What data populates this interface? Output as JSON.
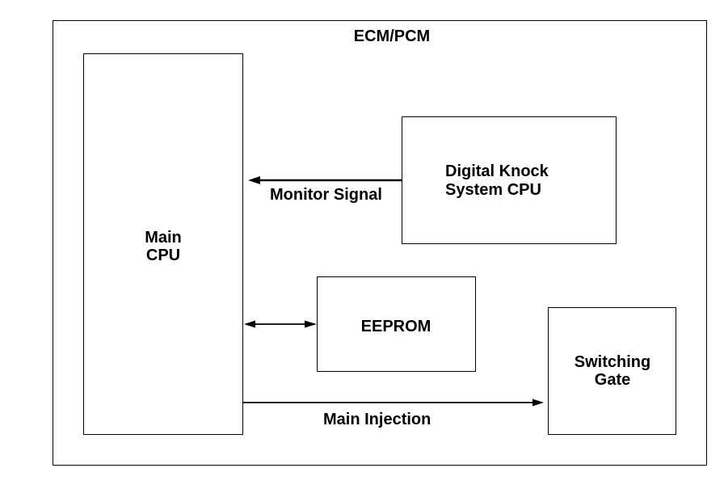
{
  "diagram": {
    "outer": {
      "title": "ECM/PCM"
    },
    "blocks": {
      "main_cpu": {
        "line1": "Main",
        "line2": "CPU"
      },
      "digital_knock": {
        "line1": "Digital Knock",
        "line2": "System CPU"
      },
      "eeprom": {
        "label": "EEPROM"
      },
      "switching_gate": {
        "line1": "Switching",
        "line2": "Gate"
      }
    },
    "signals": {
      "monitor": "Monitor Signal",
      "injection": "Main Injection"
    }
  }
}
